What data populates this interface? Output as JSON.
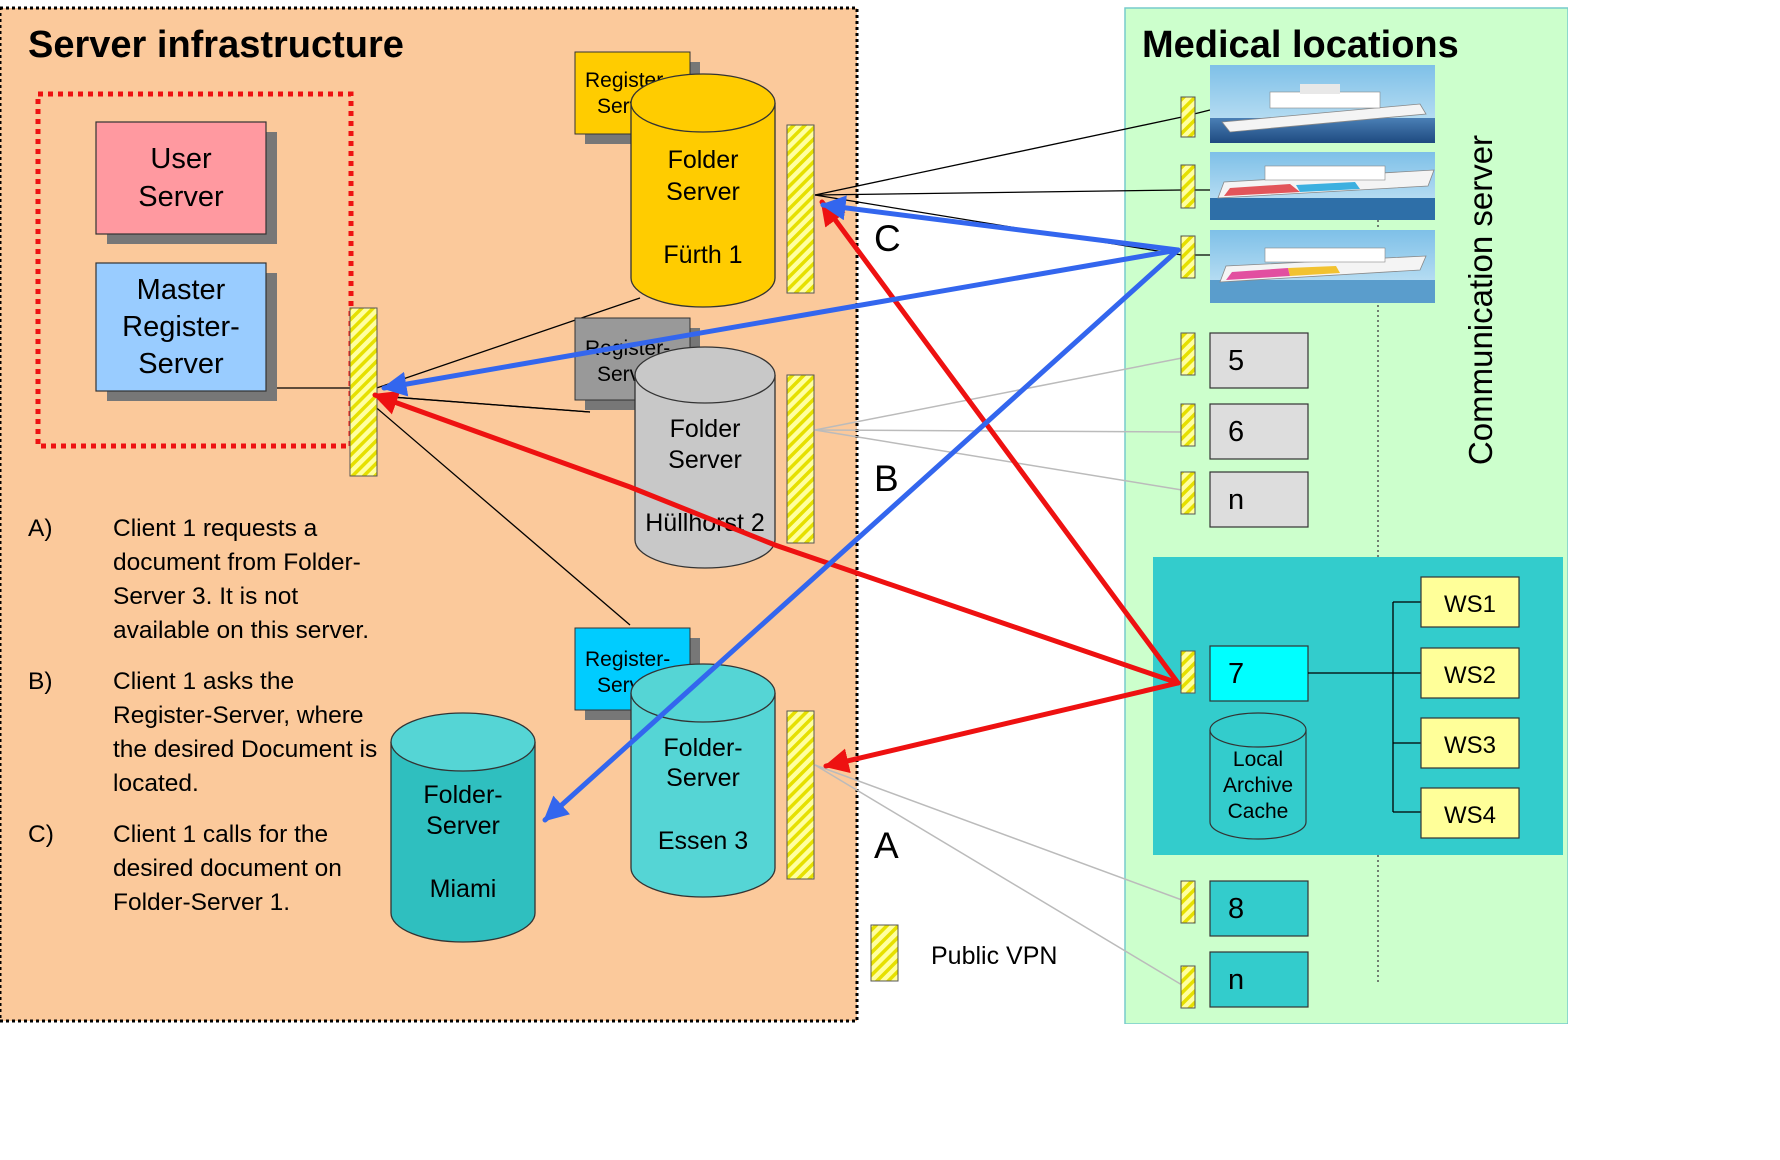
{
  "panels": {
    "server_infrastructure": {
      "title": "Server infrastructure"
    },
    "medical_locations": {
      "title": "Medical locations",
      "vertical_label": "Communication server"
    }
  },
  "servers": {
    "user_server": {
      "line1": "User",
      "line2": "Server"
    },
    "master_register_server": {
      "line1": "Master",
      "line2": "Register-",
      "line3": "Server"
    },
    "register_server_1": {
      "line1": "Register-",
      "line2": "Server"
    },
    "register_server_2": {
      "line1": "Register-",
      "line2": "Server"
    },
    "register_server_3": {
      "line1": "Register-",
      "line2": "Server"
    },
    "folder_server_1": {
      "line1": "Folder",
      "line2": "Server",
      "location": "Fürth 1"
    },
    "folder_server_2": {
      "line1": "Folder",
      "line2": "Server",
      "location": "Hüllhorst 2"
    },
    "folder_server_3": {
      "line1": "Folder-",
      "line2": "Server",
      "location": "Essen 3"
    },
    "folder_server_miami": {
      "line1": "Folder-",
      "line2": "Server",
      "location": "Miami"
    }
  },
  "flow_labels": {
    "a": "A",
    "b": "B",
    "c": "C"
  },
  "clients": {
    "c5": "5",
    "c6": "6",
    "cn1": "n",
    "c7": "7",
    "c8": "8",
    "cn2": "n"
  },
  "local_cache": {
    "line1": "Local",
    "line2": "Archive",
    "line3": "Cache"
  },
  "workstations": [
    "WS1",
    "WS2",
    "WS3",
    "WS4"
  ],
  "legend": {
    "vpn_label": "Public VPN"
  },
  "notes": [
    {
      "label": "A)",
      "text": "Client 1 requests a document from Folder-Server 3. It is not available on this server."
    },
    {
      "label": "B)",
      "text": "Client 1 asks the Register-Server, where the desired Document is located."
    },
    {
      "label": "C)",
      "text": "Client 1 calls for the desired document on Folder-Server 1."
    }
  ],
  "colors": {
    "server_panel_bg": "#FBC99B",
    "medical_panel_bg": "#CCFFCC",
    "workgroup_bg": "#33CCCC",
    "user_server": "#FF99A0",
    "master_register": "#99CCFF",
    "folder_fuerth": "#FFCC00",
    "folder_huellhorst": "#C8C8C8",
    "folder_teal": "#55D5D5",
    "arrow_red": "#EE1111",
    "arrow_blue": "#3366EE",
    "workstation": "#FFFF99",
    "client7": "#00FFFF"
  }
}
